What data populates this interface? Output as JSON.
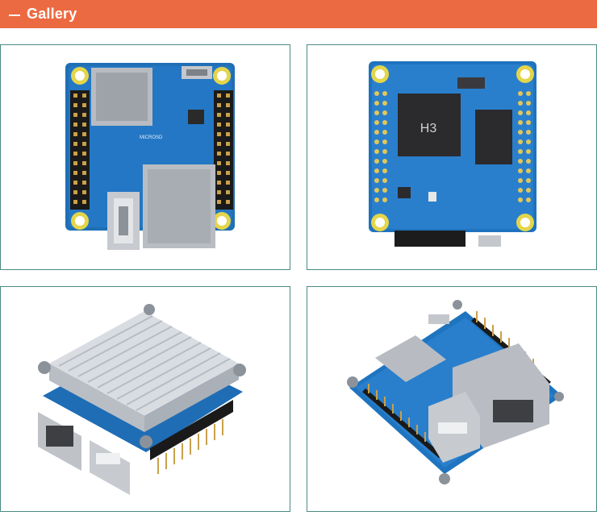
{
  "section": {
    "title": "Gallery",
    "toggle_icon": "minus-icon",
    "header_color": "#ec6a41",
    "frame_color": "#4a8b83"
  },
  "board_top": {
    "microsd_label": "MICROSD"
  },
  "board_bottom": {
    "chip_label": "H3"
  }
}
